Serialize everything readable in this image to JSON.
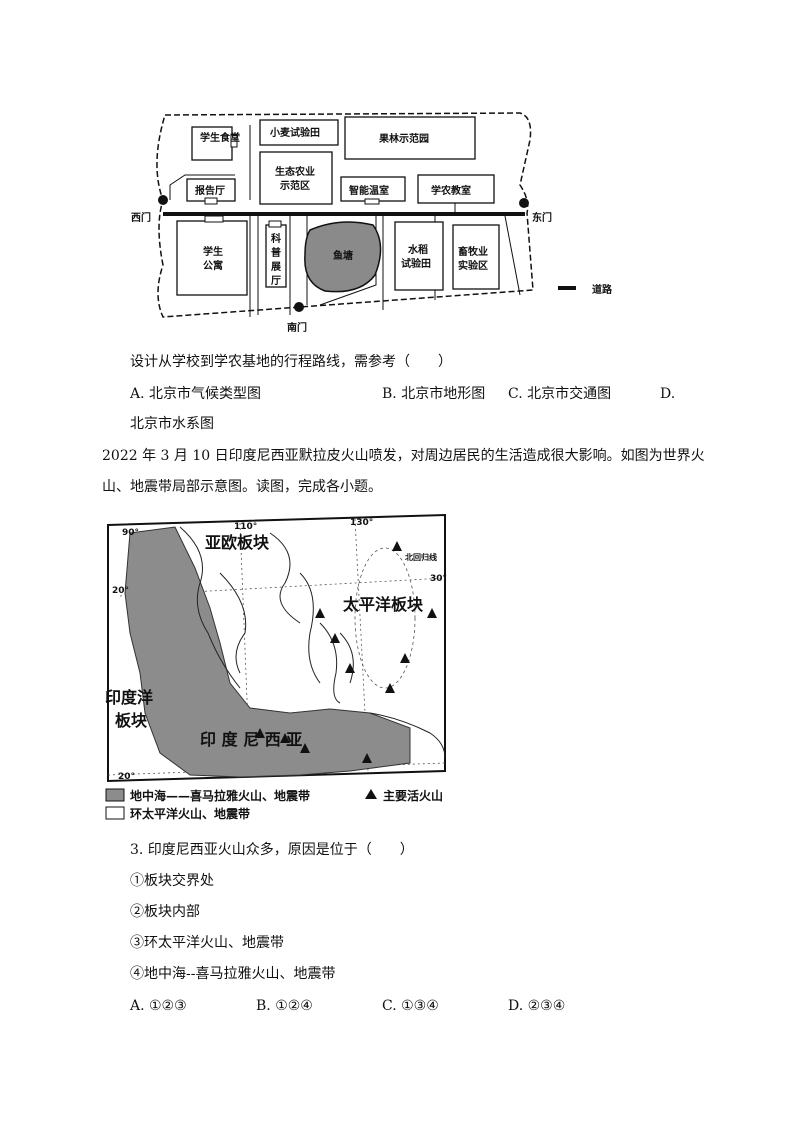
{
  "campus_map": {
    "west_gate": "西门",
    "east_gate": "东门",
    "south_gate": "南门",
    "cafeteria": "学生食堂",
    "wheat_field": "小麦试验田",
    "orchard": "果林示范园",
    "eco_farm_line1": "生态农业",
    "eco_farm_line2": "示范区",
    "lecture_hall": "报告厅",
    "smart_greenhouse": "智能温室",
    "agri_classroom": "学农教室",
    "dorm_line1": "学生",
    "dorm_line2": "公寓",
    "science_hall_chars": [
      "科",
      "普",
      "展",
      "厅"
    ],
    "fish_pond": "鱼塘",
    "rice_field_line1": "水稻",
    "rice_field_line2": "试验田",
    "livestock_line1": "畜牧业",
    "livestock_line2": "实验区",
    "legend_road": "道路"
  },
  "question_route": {
    "stem": "设计从学校到学农基地的行程路线，需参考（　　）",
    "option_a": "A.  北京市气候类型图",
    "option_b": "B.  北京市地形图",
    "option_c": "C.  北京市交通图",
    "option_d_label": "D.",
    "option_d_text": "北京市水系图"
  },
  "intro": {
    "line1": "2022 年 3 月 10 日印度尼西亚默拉皮火山喷发，对周边居民的生活造成很大影响。如图为世界火",
    "line2": "山、地震带局部示意图。读图，完成各小题。"
  },
  "volcano_map": {
    "lon_90": "90°",
    "lon_110": "110°",
    "lon_130": "130°",
    "lat_20n": "20°",
    "lat_30": "30°",
    "lat_20s": "20°",
    "eurasian_plate": "亚欧板块",
    "pacific_plate": "太平洋板块",
    "indian_plate_line1": "印度洋",
    "indian_plate_line2": "板块",
    "indonesia": "印 度 尼 西 亚",
    "islands": "北回归线",
    "legend_med": "地中海——喜马拉雅火山、地震带",
    "legend_volcano": "主要活火山",
    "legend_pacific": "环太平洋火山、地震带"
  },
  "question_3": {
    "stem": "3.   印度尼西亚火山众多，原因是位于（　　）",
    "items": [
      "①板块交界处",
      "②板块内部",
      "③环太平洋火山、地震带",
      "④地中海--喜马拉雅火山、地震带"
    ],
    "option_a": "A.  ①②③",
    "option_b": "B.  ①②④",
    "option_c": "C.  ①③④",
    "option_d": "D.  ②③④"
  }
}
